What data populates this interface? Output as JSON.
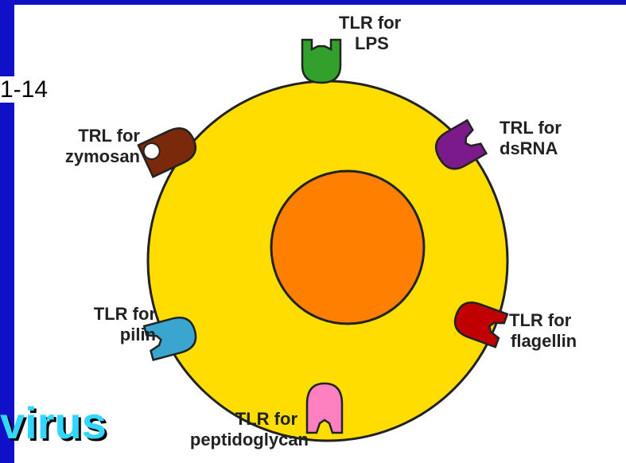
{
  "slide": {
    "number_text": "1-14",
    "partial_word": "virus"
  },
  "colors": {
    "background": "#1010c8",
    "panel": "#ffffff",
    "cell": "#ffdd00",
    "nucleus": "#ff7f00",
    "lps": "#33a02c",
    "dsrna": "#7b1a8a",
    "zymosan": "#7a2a0a",
    "flagellin": "#c00000",
    "pilin": "#3aa6d0",
    "peptidoglycan": "#ff80c0"
  },
  "receptors": {
    "lps": {
      "line1": "TLR for",
      "line2": "LPS",
      "icon": "lps-receptor-icon"
    },
    "dsrna": {
      "line1": "TRL for",
      "line2": "dsRNA",
      "icon": "dsrna-receptor-icon"
    },
    "zymosan": {
      "line1": "TRL for",
      "line2": "zymosan",
      "icon": "zymosan-receptor-icon"
    },
    "flagellin": {
      "line1": "TLR for",
      "line2": "flagellin",
      "icon": "flagellin-receptor-icon"
    },
    "pilin": {
      "line1": "TLR for",
      "line2": "pilin",
      "icon": "pilin-receptor-icon"
    },
    "peptidoglycan": {
      "line1": "TLR for",
      "line2": "peptidoglycan",
      "icon": "peptidoglycan-receptor-icon"
    }
  }
}
